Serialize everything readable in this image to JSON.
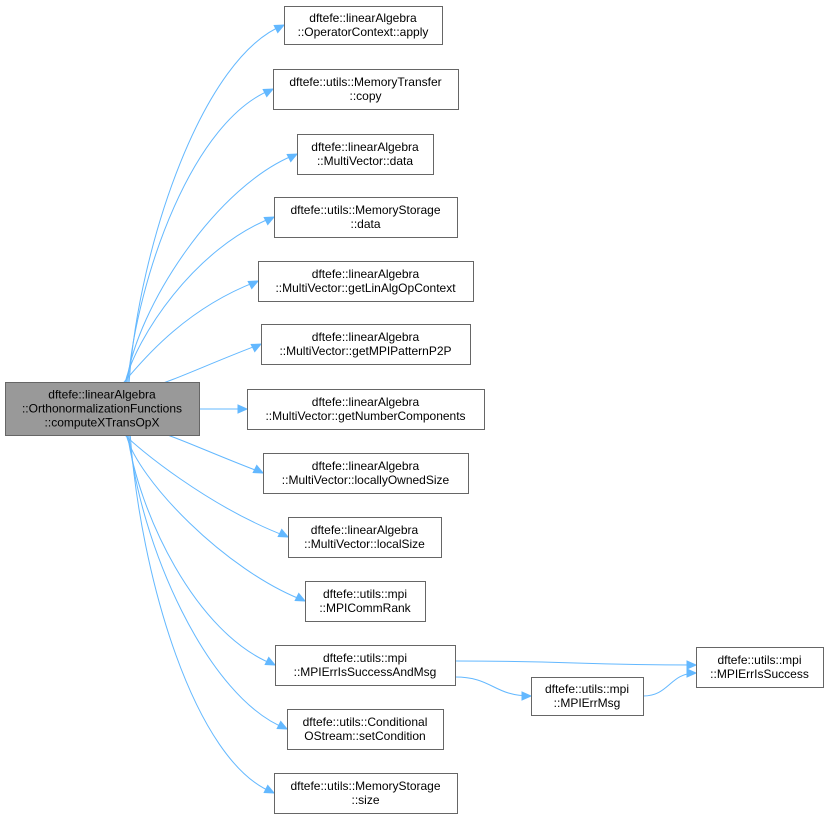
{
  "diagram": {
    "colors": {
      "edge": "#63b8ff",
      "root_fill": "#999999",
      "node_fill": "#ffffff",
      "border": "#666666"
    },
    "nodes": [
      {
        "id": "root",
        "lines": [
          "dftefe::linearAlgebra",
          "::OrthonormalizationFunctions",
          "::computeXTransOpX"
        ]
      },
      {
        "id": "apply",
        "lines": [
          "dftefe::linearAlgebra",
          "::OperatorContext::apply"
        ]
      },
      {
        "id": "copy",
        "lines": [
          "dftefe::utils::MemoryTransfer",
          "::copy"
        ]
      },
      {
        "id": "mvdata",
        "lines": [
          "dftefe::linearAlgebra",
          "::MultiVector::data"
        ]
      },
      {
        "id": "msdata",
        "lines": [
          "dftefe::utils::MemoryStorage",
          "::data"
        ]
      },
      {
        "id": "getctx",
        "lines": [
          "dftefe::linearAlgebra",
          "::MultiVector::getLinAlgOpContext"
        ]
      },
      {
        "id": "getpattern",
        "lines": [
          "dftefe::linearAlgebra",
          "::MultiVector::getMPIPatternP2P"
        ]
      },
      {
        "id": "getncomp",
        "lines": [
          "dftefe::linearAlgebra",
          "::MultiVector::getNumberComponents"
        ]
      },
      {
        "id": "lowned",
        "lines": [
          "dftefe::linearAlgebra",
          "::MultiVector::locallyOwnedSize"
        ]
      },
      {
        "id": "lsize",
        "lines": [
          "dftefe::linearAlgebra",
          "::MultiVector::localSize"
        ]
      },
      {
        "id": "commrank",
        "lines": [
          "dftefe::utils::mpi",
          "::MPICommRank"
        ]
      },
      {
        "id": "errmsg_ok",
        "lines": [
          "dftefe::utils::mpi",
          "::MPIErrIsSuccessAndMsg"
        ]
      },
      {
        "id": "setcond",
        "lines": [
          "dftefe::utils::Conditional",
          "OStream::setCondition"
        ]
      },
      {
        "id": "mssize",
        "lines": [
          "dftefe::utils::MemoryStorage",
          "::size"
        ]
      },
      {
        "id": "errmsg",
        "lines": [
          "dftefe::utils::mpi",
          "::MPIErrMsg"
        ]
      },
      {
        "id": "errok",
        "lines": [
          "dftefe::utils::mpi",
          "::MPIErrIsSuccess"
        ]
      }
    ],
    "edges": [
      {
        "from": "root",
        "to": "apply"
      },
      {
        "from": "root",
        "to": "copy"
      },
      {
        "from": "root",
        "to": "mvdata"
      },
      {
        "from": "root",
        "to": "msdata"
      },
      {
        "from": "root",
        "to": "getctx"
      },
      {
        "from": "root",
        "to": "getpattern"
      },
      {
        "from": "root",
        "to": "getncomp"
      },
      {
        "from": "root",
        "to": "lowned"
      },
      {
        "from": "root",
        "to": "lsize"
      },
      {
        "from": "root",
        "to": "commrank"
      },
      {
        "from": "root",
        "to": "errmsg_ok"
      },
      {
        "from": "root",
        "to": "setcond"
      },
      {
        "from": "root",
        "to": "mssize"
      },
      {
        "from": "errmsg_ok",
        "to": "errok"
      },
      {
        "from": "errmsg_ok",
        "to": "errmsg"
      },
      {
        "from": "errmsg",
        "to": "errok"
      }
    ]
  }
}
